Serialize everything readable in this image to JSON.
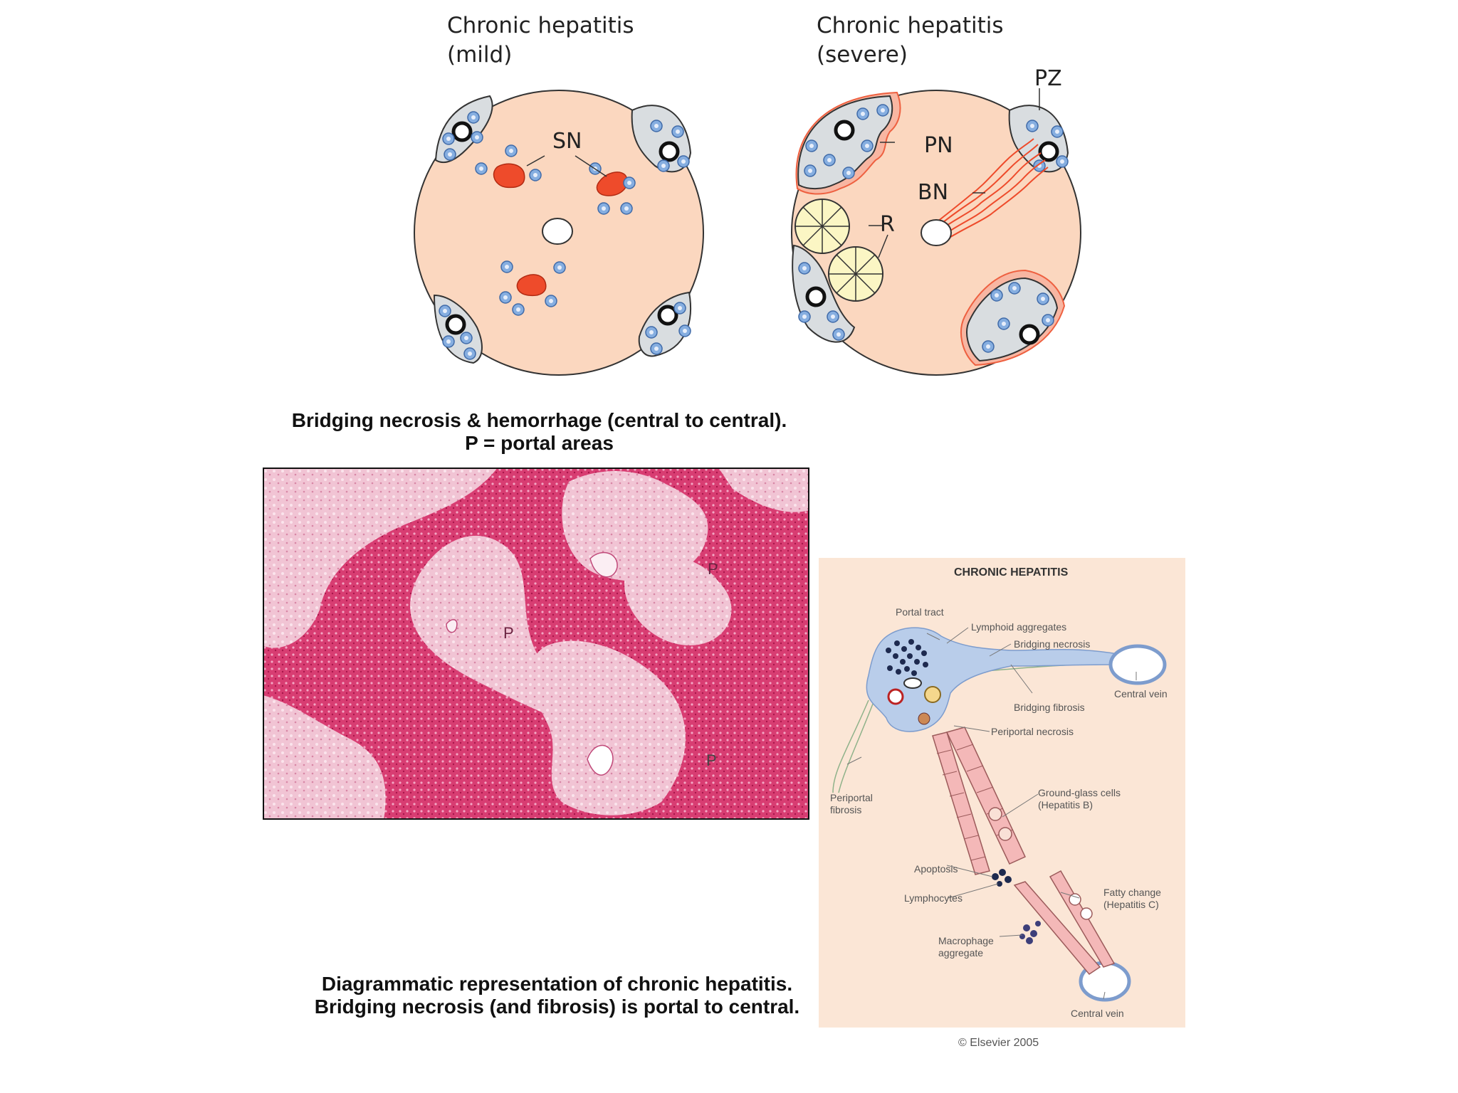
{
  "top_diagrams": {
    "mild_title_line1": "Chronic hepatitis",
    "mild_title_line2": "(mild)",
    "severe_title_line1": "Chronic hepatitis",
    "severe_title_line2": "(severe)",
    "label_sn": "SN",
    "label_pn": "PN",
    "label_bn": "BN",
    "label_r": "R",
    "label_pz": "PZ"
  },
  "micrograph": {
    "caption_line1": "Bridging necrosis & hemorrhage (central to central).",
    "caption_line2": "P = portal areas",
    "p_label": "P"
  },
  "schematic": {
    "title": "CHRONIC HEPATITIS",
    "portal_tract": "Portal tract",
    "lymphoid_aggregates": "Lymphoid aggregates",
    "bridging_necrosis": "Bridging necrosis",
    "central_vein": "Central vein",
    "bridging_fibrosis": "Bridging fibrosis",
    "periportal_necrosis": "Periportal necrosis",
    "periportal_fibrosis_1": "Periportal",
    "periportal_fibrosis_2": "fibrosis",
    "ground_glass_1": "Ground-glass cells",
    "ground_glass_2": "(Hepatitis B)",
    "apoptosis": "Apoptosis",
    "lymphocytes": "Lymphocytes",
    "fatty_change_1": "Fatty change",
    "fatty_change_2": "(Hepatitis C)",
    "macrophage_1": "Macrophage",
    "macrophage_2": "aggregate",
    "central_vein_2": "Central vein",
    "copyright": "© Elsevier 2005"
  },
  "bottom_caption": {
    "line1": "Diagrammatic representation of chronic hepatitis.",
    "line2": "Bridging necrosis (and fibrosis) is portal to central."
  },
  "colors": {
    "lobule": "#fbd7bf",
    "portal": "#d9dde0",
    "cell_blue": "#86aee0",
    "necrosis_red": "#ee4b2b",
    "nodule_yellow": "#fbf6c4",
    "stain_pink": "#d83d72",
    "stain_light": "#f1c4d4",
    "schematic_bg": "#fbe6d6",
    "tract_blue": "#b9cdea"
  }
}
